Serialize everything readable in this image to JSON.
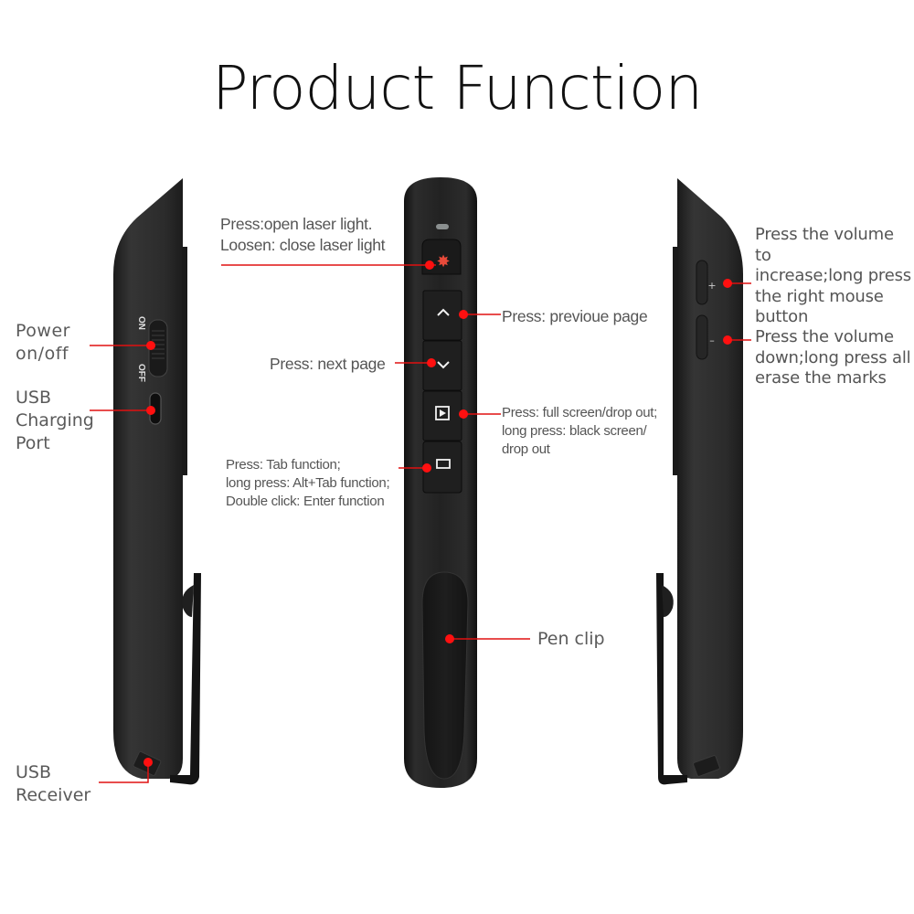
{
  "title": "Product Function",
  "accent_color": "#e01010",
  "device_color": "#2a2a2a",
  "left_view": {
    "callouts": [
      {
        "id": "power",
        "text": "Power\non/off"
      },
      {
        "id": "usb-charging",
        "text": "USB\nCharging\nPort"
      },
      {
        "id": "usb-receiver",
        "text": "USB\nReceiver"
      }
    ],
    "switch_labels": {
      "on": "ON",
      "off": "OFF"
    }
  },
  "center_view": {
    "callouts": [
      {
        "id": "laser",
        "text": "Press:open laser light.\nLoosen: close laser light"
      },
      {
        "id": "previous",
        "text": "Press: previoue page"
      },
      {
        "id": "next",
        "text": "Press: next page"
      },
      {
        "id": "fullscreen",
        "text": "Press: full screen/drop out;\nlong press: black screen/\ndrop out"
      },
      {
        "id": "tab",
        "text": "Press: Tab function;\nlong press: Alt+Tab function;\nDouble click: Enter function"
      },
      {
        "id": "pen-clip",
        "text": "Pen clip"
      }
    ],
    "buttons": [
      {
        "id": "laser",
        "icon": "laser-star-icon"
      },
      {
        "id": "up",
        "icon": "chevron-up-icon"
      },
      {
        "id": "down",
        "icon": "chevron-down-icon"
      },
      {
        "id": "play",
        "icon": "play-screen-icon"
      },
      {
        "id": "window",
        "icon": "window-icon"
      }
    ]
  },
  "right_view": {
    "callouts": [
      {
        "id": "volume-up",
        "text": "Press the volume to\nincrease;long press\nthe right mouse\nbutton"
      },
      {
        "id": "volume-down",
        "text": "Press the volume\ndown;long press all\nerase the marks"
      }
    ],
    "button_symbols": {
      "plus": "+",
      "minus": "–"
    }
  }
}
